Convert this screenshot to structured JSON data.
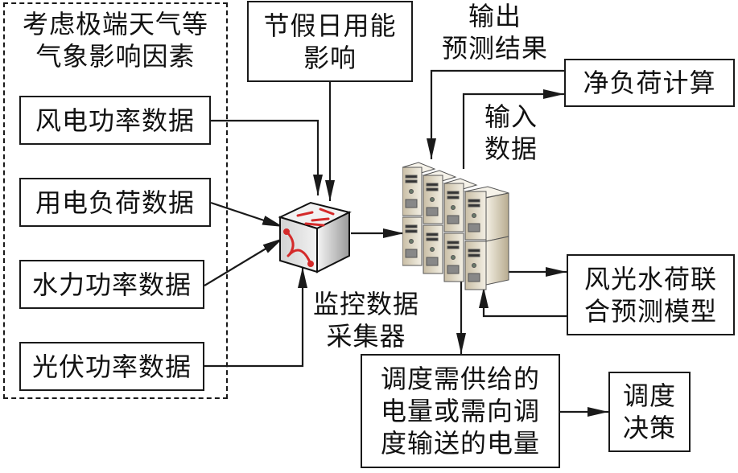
{
  "diagram": {
    "factor_group": {
      "title": "考虑极端天气等\n气象影响因素",
      "items": [
        {
          "id": "wind",
          "label": "风电功率数据"
        },
        {
          "id": "load",
          "label": "用电负荷数据"
        },
        {
          "id": "hydro",
          "label": "水力功率数据"
        },
        {
          "id": "pv",
          "label": "光伏功率数据"
        }
      ]
    },
    "holiday_box": {
      "label": "节假日用能\n影响"
    },
    "collector": {
      "label": "监控数据\n采集器",
      "icon": "network-switch-icon"
    },
    "server_cluster": {
      "icon": "server-cluster-icon"
    },
    "output_label": "输出\n预测结果",
    "input_label": "输入\n数据",
    "net_load_box": {
      "label": "净负荷计算"
    },
    "model_box": {
      "label": "风光水荷联\n合预测模型"
    },
    "dispatch_energy_box": {
      "label": "调度需供给的\n电量或需向调\n度输送的电量"
    },
    "decision_box": {
      "label": "调度\n决策"
    },
    "colors": {
      "line": "#1a1a1a",
      "switch_arrow": "#d42a2a",
      "server_body": "#e8e0cc",
      "switch_body": "#e6e6e6"
    }
  }
}
